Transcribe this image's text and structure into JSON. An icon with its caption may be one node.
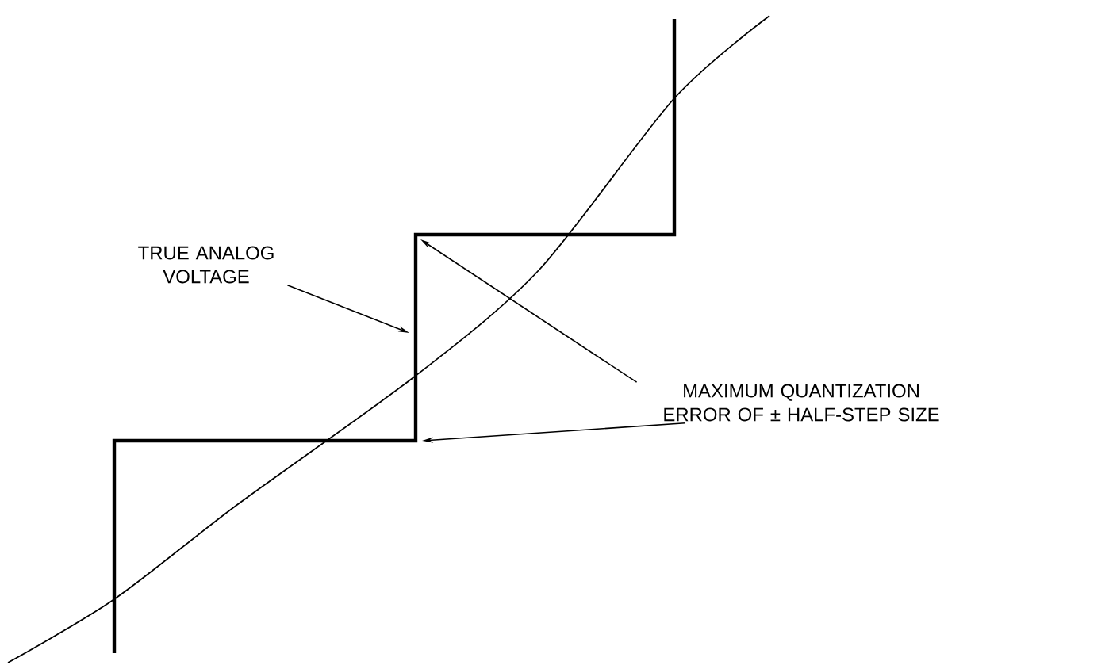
{
  "diagram": {
    "nodes": [
      {
        "text": [
          "TRUE ANALOG VOLTAGE"
        ]
      },
      {
        "text": [
          "MAXIMUM QUANTIZATION ERROR OF ± HALF-STEP SIZE"
        ]
      }
    ],
    "edges": [
      {
        "from": 0,
        "to": null,
        "arrow": "to"
      },
      {
        "from": 1,
        "to": null,
        "arrow": "to"
      },
      {
        "from": 1,
        "to": null,
        "arrow": "to"
      }
    ]
  }
}
